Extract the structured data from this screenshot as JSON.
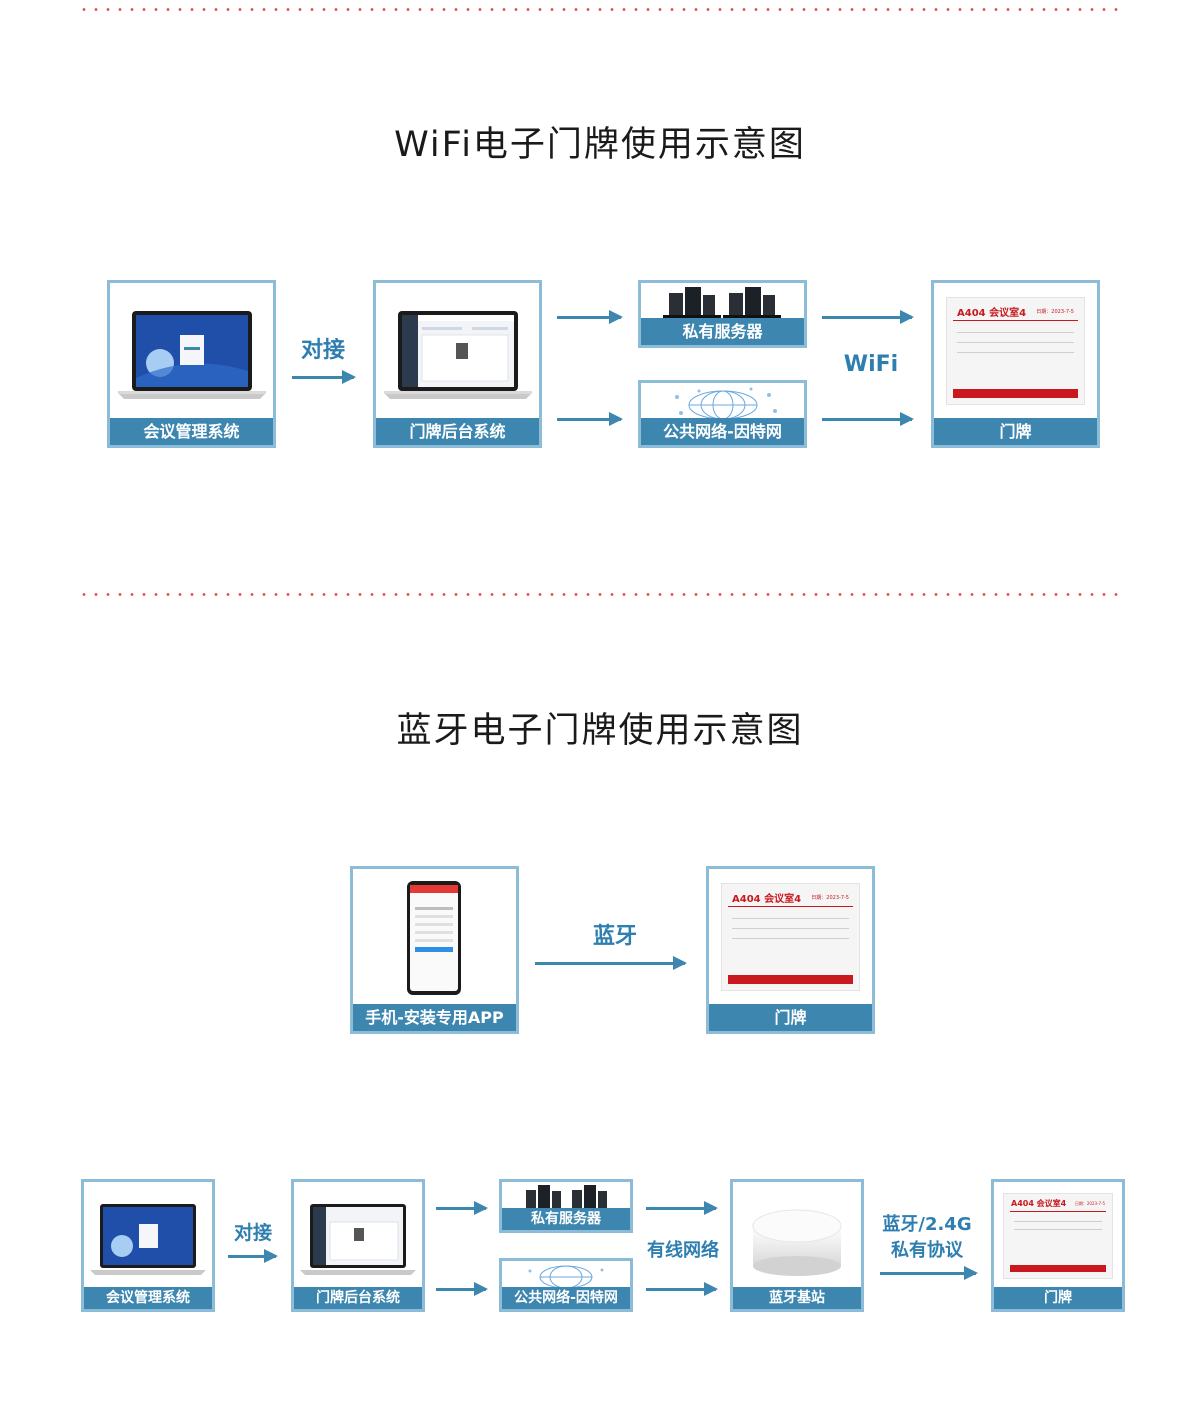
{
  "section1": {
    "title": "WiFi电子门牌使用示意图",
    "nodes": {
      "meeting": "会议管理系统",
      "backend": "门牌后台系统",
      "server": "私有服务器",
      "internet": "公共网络-因特网",
      "doorplate": "门牌"
    },
    "labels": {
      "dock": "对接",
      "wifi": "WiFi"
    }
  },
  "section2": {
    "title": "蓝牙电子门牌使用示意图",
    "nodes": {
      "phone": "手机-安装专用APP",
      "doorplate": "门牌"
    },
    "labels": {
      "bluetooth": "蓝牙"
    }
  },
  "section3": {
    "nodes": {
      "meeting": "会议管理系统",
      "backend": "门牌后台系统",
      "server": "私有服务器",
      "internet": "公共网络-因特网",
      "base": "蓝牙基站",
      "doorplate": "门牌"
    },
    "labels": {
      "dock": "对接",
      "wired": "有线网络",
      "protocol_line1": "蓝牙/2.4G",
      "protocol_line2": "私有协议"
    }
  },
  "doorplate_sign": {
    "room": "A404 会议室4",
    "date": "日期：2023-7-5"
  },
  "colors": {
    "accent": "#3d86b0",
    "border": "#8cbcd8",
    "sign_red": "#c9191f",
    "dots": "#d9534f"
  }
}
